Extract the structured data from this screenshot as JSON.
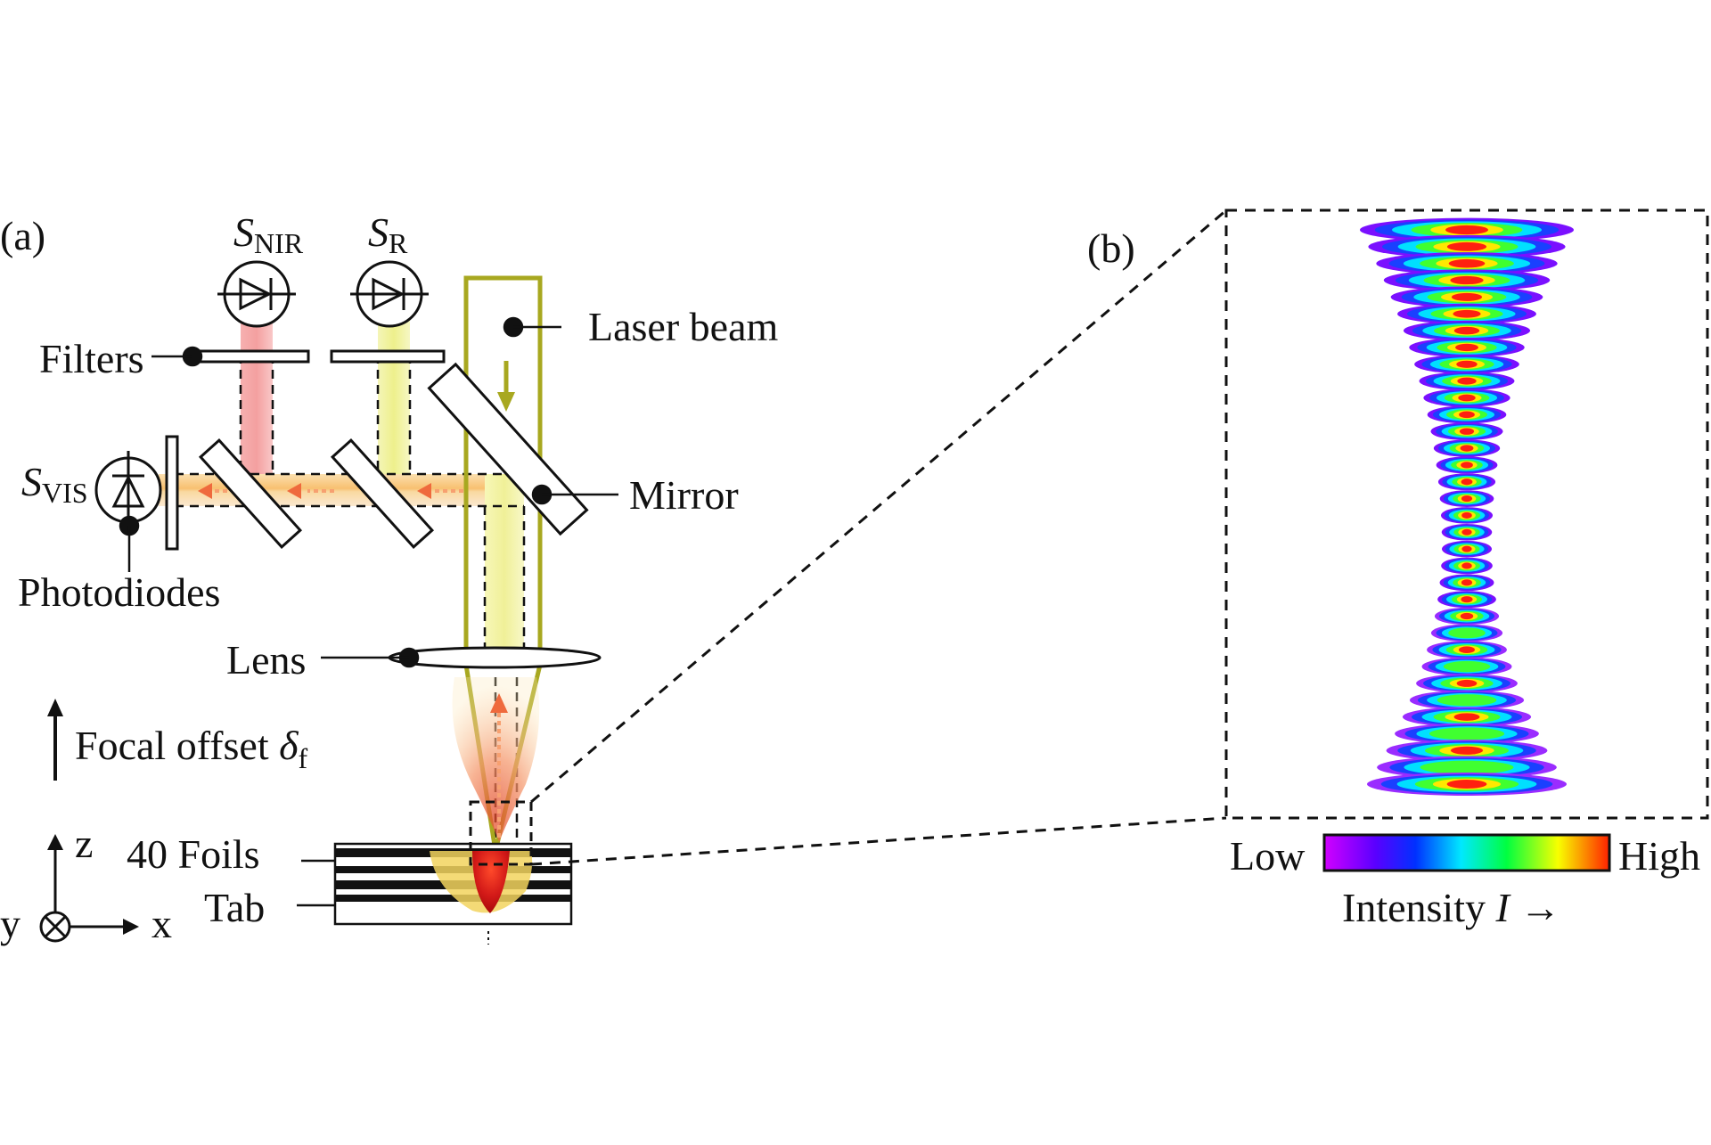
{
  "panel_a": {
    "tag": "(a)",
    "sensors": {
      "nir": {
        "main": "S",
        "sub": "NIR"
      },
      "r": {
        "main": "S",
        "sub": "R"
      },
      "vis": {
        "main": "S",
        "sub": "VIS"
      }
    },
    "labels": {
      "laser_beam": "Laser beam",
      "filters": "Filters",
      "mirror": "Mirror",
      "photodiodes": "Photodiodes",
      "lens": "Lens",
      "focal_offset": "Focal offset ",
      "focal_symbol": "δ",
      "focal_sub": "f",
      "foils": "40 Foils",
      "tab": "Tab"
    },
    "axes": {
      "z": "z",
      "y": "y",
      "x": "x"
    },
    "colors": {
      "laser": "#a8a820",
      "nir_beam": "#f7a8a8",
      "r_beam": "#f1f2a0",
      "process_emission": "#ee6b3f",
      "melt_pool": "#d8201c"
    }
  },
  "panel_b": {
    "tag": "(b)",
    "colorbar": {
      "low": "Low",
      "high": "High",
      "caption": "Intensity ",
      "caption_symbol": "I",
      "caption_arrow": " →",
      "colors": [
        "#d200ff",
        "#5a00ff",
        "#0030ff",
        "#00e8ff",
        "#00ff40",
        "#f8ff00",
        "#ff2000"
      ]
    }
  }
}
